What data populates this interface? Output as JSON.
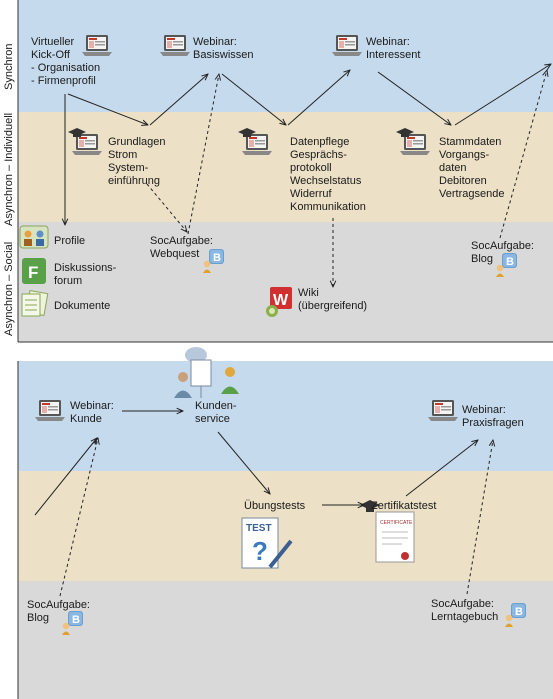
{
  "colors": {
    "synchron": "#c5daed",
    "individuell": "#ece0c6",
    "social": "#d9d9d9",
    "arrow": "#222222"
  },
  "lanes": {
    "synchron": "Synchron",
    "individuell": "Asynchron – Individuell",
    "social": "Asynchron – Social"
  },
  "top": {
    "kickoff": [
      "Virtueller",
      "Kick-Off",
      "- Organisation",
      "- Firmenprofil"
    ],
    "webinar_basis": [
      "Webinar:",
      "Basiswissen"
    ],
    "webinar_interessent": [
      "Webinar:",
      "Interessent"
    ],
    "grundlagen": [
      "Grundlagen",
      "Strom",
      "System-",
      "einführung"
    ],
    "datenpflege": [
      "Datenpflege",
      "Gesprächs-",
      "protokoll",
      "Wechselstatus",
      "Widerruf",
      "Kommunikation"
    ],
    "stammdaten": [
      "Stammdaten",
      "Vorgangs-",
      "daten",
      "Debitoren",
      "Vertragsende"
    ],
    "profile": "Profile",
    "forum": [
      "Diskussions-",
      "forum"
    ],
    "dokumente": "Dokumente",
    "soc_webquest": [
      "SocAufgabe:",
      "Webquest"
    ],
    "wiki": [
      "Wiki",
      "(übergreifend)"
    ],
    "soc_blog": [
      "SocAufgabe:",
      "Blog"
    ]
  },
  "bottom": {
    "webinar_kunde": [
      "Webinar:",
      "Kunde"
    ],
    "kundenservice": [
      "Kunden-",
      "service"
    ],
    "webinar_praxis": [
      "Webinar:",
      "Praxisfragen"
    ],
    "uebungstests": "Übungstests",
    "zertifikatstest": "Zertifikatstest",
    "soc_blog": [
      "SocAufgabe:",
      "Blog"
    ],
    "soc_lerntagebuch": [
      "SocAufgabe:",
      "Lerntagebuch"
    ]
  },
  "icons": {
    "test_word": "TEST",
    "certificate_word": "CERTIFICATE",
    "blog_letter": "B",
    "forum_letter": "F",
    "wiki_letter": "W"
  }
}
